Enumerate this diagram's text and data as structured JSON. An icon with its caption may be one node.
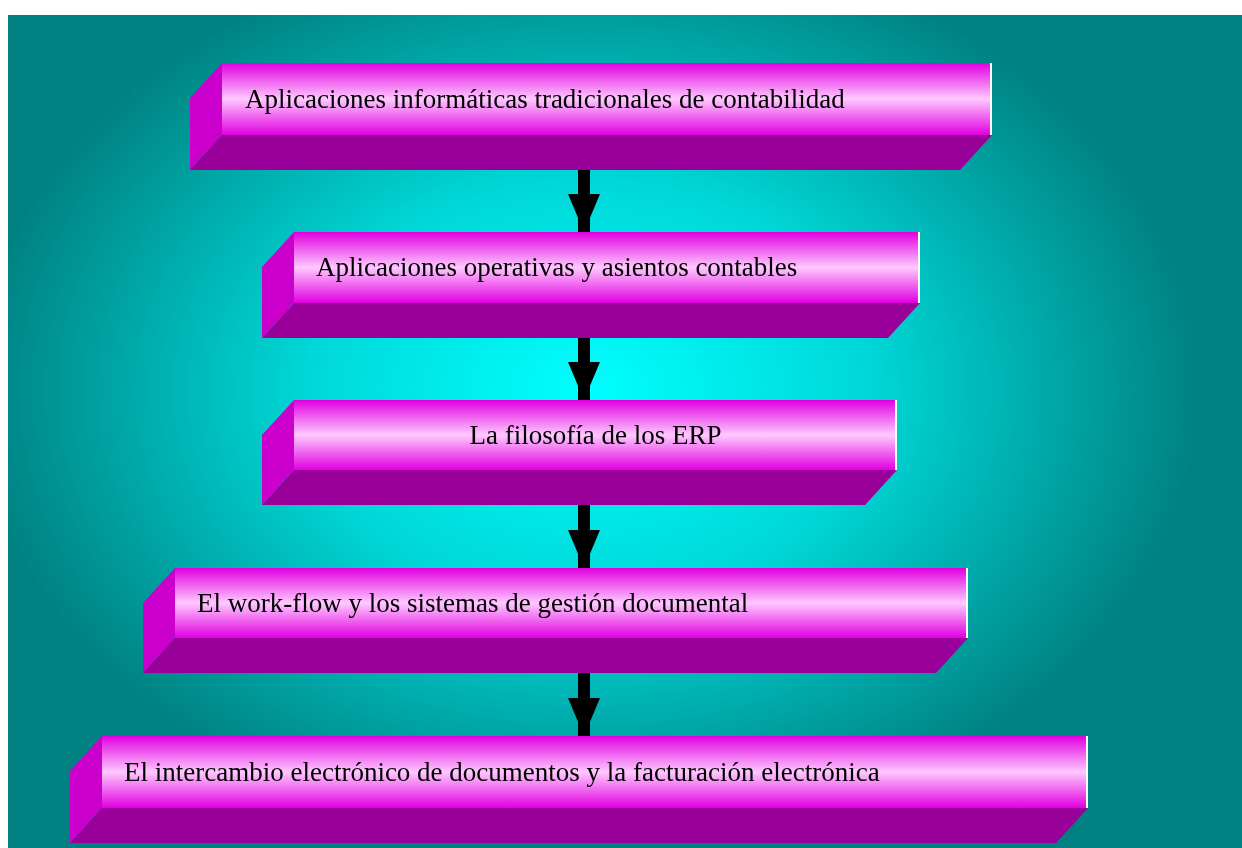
{
  "diagram": {
    "nodes": [
      {
        "text": [
          "Aplicaciones informáticas tradicionales de contabilidad"
        ]
      },
      {
        "text": [
          "Aplicaciones operativas y asientos contables"
        ]
      },
      {
        "text": [
          "La filosofía de los ERP"
        ]
      },
      {
        "text": [
          "El work-flow y los sistemas de gestión documental"
        ]
      },
      {
        "text": [
          "El intercambio electrónico de documentos y la facturación electrónica"
        ]
      }
    ],
    "edges": [
      {
        "from": 0,
        "to": 1,
        "arrow": "to"
      },
      {
        "from": 1,
        "to": 2,
        "arrow": "to"
      },
      {
        "from": 2,
        "to": 3,
        "arrow": "to"
      },
      {
        "from": 3,
        "to": 4,
        "arrow": "to"
      }
    ]
  }
}
